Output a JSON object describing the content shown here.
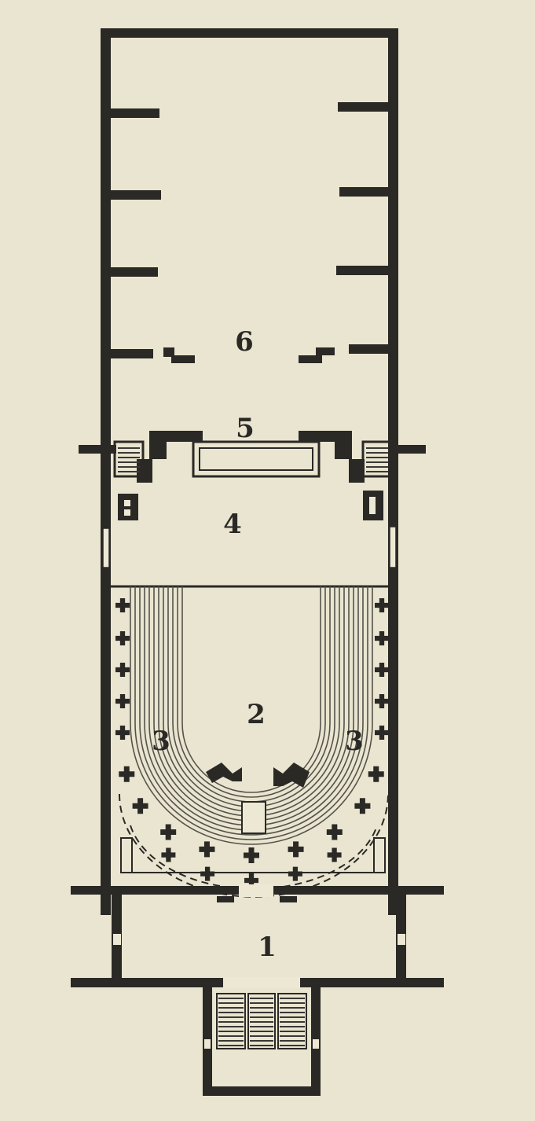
{
  "plan": {
    "labels": [
      {
        "id": "label-1",
        "text": "1"
      },
      {
        "id": "label-2",
        "text": "2"
      },
      {
        "id": "label-3-left",
        "text": "3"
      },
      {
        "id": "label-3-right",
        "text": "3"
      },
      {
        "id": "label-4",
        "text": "4"
      },
      {
        "id": "label-5",
        "text": "5"
      },
      {
        "id": "label-6",
        "text": "6"
      }
    ],
    "colors": {
      "paper": "#e9e5d0",
      "ink": "#2b2926"
    }
  }
}
